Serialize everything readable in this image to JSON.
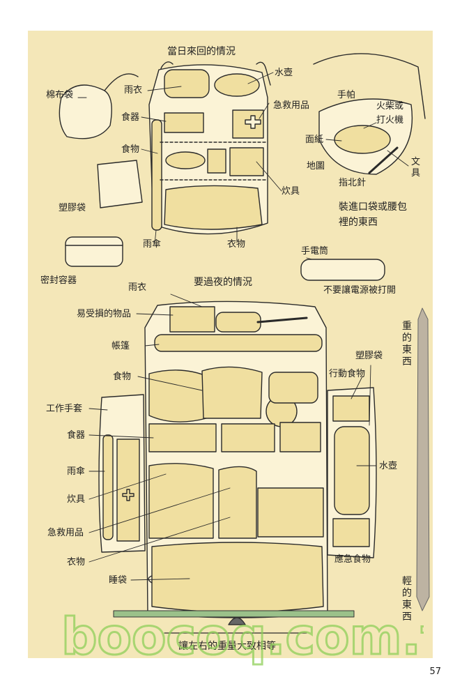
{
  "top": {
    "title": "當日來回的情況",
    "labels": {
      "cotton_bag": "棉布袋",
      "raincoat": "雨衣",
      "water_bottle": "水壺",
      "first_aid": "急救用品",
      "tableware": "食器",
      "food": "食物",
      "stove": "炊具",
      "plastic_bag": "塑膠袋",
      "umbrella": "雨傘",
      "clothes": "衣物",
      "sealed_container": "密封容器"
    }
  },
  "pouch": {
    "labels": {
      "handkerchief": "手帕",
      "matches_1": "火柴或",
      "matches_2": "打火機",
      "tissue": "面紙",
      "map": "地圖",
      "compass": "指北針",
      "stationery_1": "文",
      "stationery_2": "具"
    },
    "caption_1": "裝進口袋或腰包",
    "caption_2": "裡的東西"
  },
  "bottom": {
    "title": "要過夜的情況",
    "labels": {
      "flashlight": "手電筒",
      "flashlight_note": "不要讓電源被打開",
      "raincoat": "雨衣",
      "fragile": "易受損的物品",
      "tent": "帳篷",
      "plastic_bag": "塑膠袋",
      "trail_food": "行動食物",
      "food": "食物",
      "work_gloves": "工作手套",
      "tableware": "食器",
      "water_bottle": "水壺",
      "umbrella": "雨傘",
      "stove": "炊具",
      "first_aid": "急救用品",
      "clothes": "衣物",
      "emergency_food": "應急食物",
      "sleeping_bag": "睡袋"
    },
    "balance_note": "讓左右的重量大致相等"
  },
  "weight_scale": {
    "heavy": "重的東西",
    "light": "輕的東西"
  },
  "watermark": "boocoq.com.tw",
  "page_number": "57"
}
